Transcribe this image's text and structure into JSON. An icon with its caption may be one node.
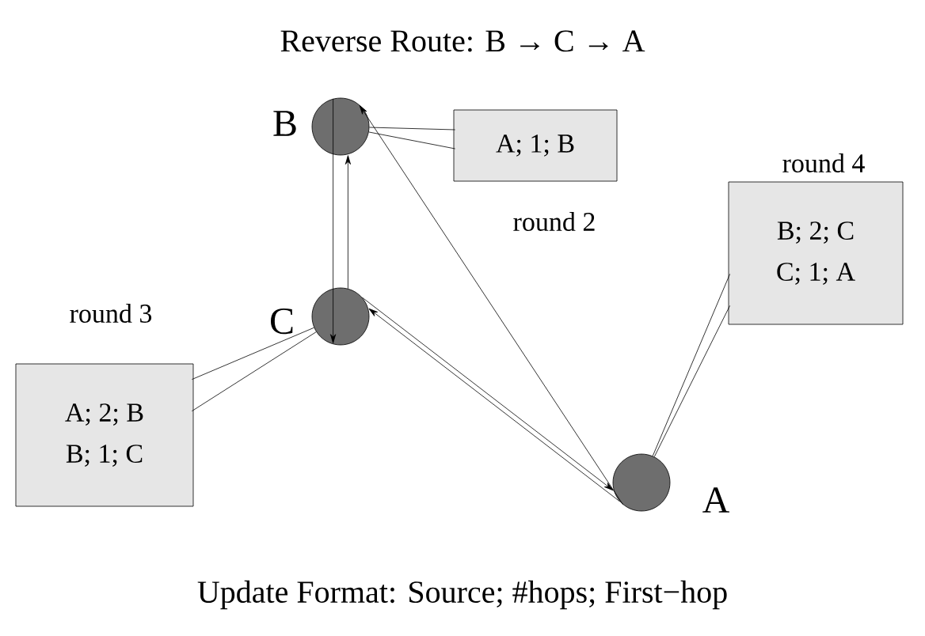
{
  "diagram": {
    "title": "Reverse Route: B → C → A",
    "caption": "Update Format: Source; #hops; First−hop",
    "nodes": [
      {
        "text": [],
        "shape": "circle",
        "beside": [
          "B"
        ]
      },
      {
        "text": [
          "A; 1; B"
        ],
        "beside": [
          "round 2"
        ]
      },
      {
        "text": [
          "B; 2; C",
          "C; 1; A"
        ],
        "beside": [
          "round 4"
        ]
      },
      {
        "text": [],
        "shape": "circle",
        "beside": [
          "C"
        ]
      },
      {
        "text": [
          "A; 2; B",
          "B; 1; C"
        ],
        "beside": [
          "round 3"
        ]
      },
      {
        "text": [],
        "shape": "circle",
        "beside": [
          "A"
        ]
      }
    ],
    "edges": [
      {
        "from": 0,
        "to": 3,
        "arrow": "to"
      },
      {
        "from": 3,
        "to": 0,
        "arrow": "to"
      },
      {
        "from": 5,
        "to": 0,
        "arrow": "to"
      },
      {
        "from": 5,
        "to": 3,
        "arrow": "to"
      },
      {
        "from": 3,
        "to": 5,
        "arrow": "to"
      },
      {
        "from": 1,
        "to": 0,
        "arrow": "none"
      },
      {
        "from": 2,
        "to": 5,
        "arrow": "none"
      },
      {
        "from": 4,
        "to": 3,
        "arrow": "none"
      }
    ]
  }
}
